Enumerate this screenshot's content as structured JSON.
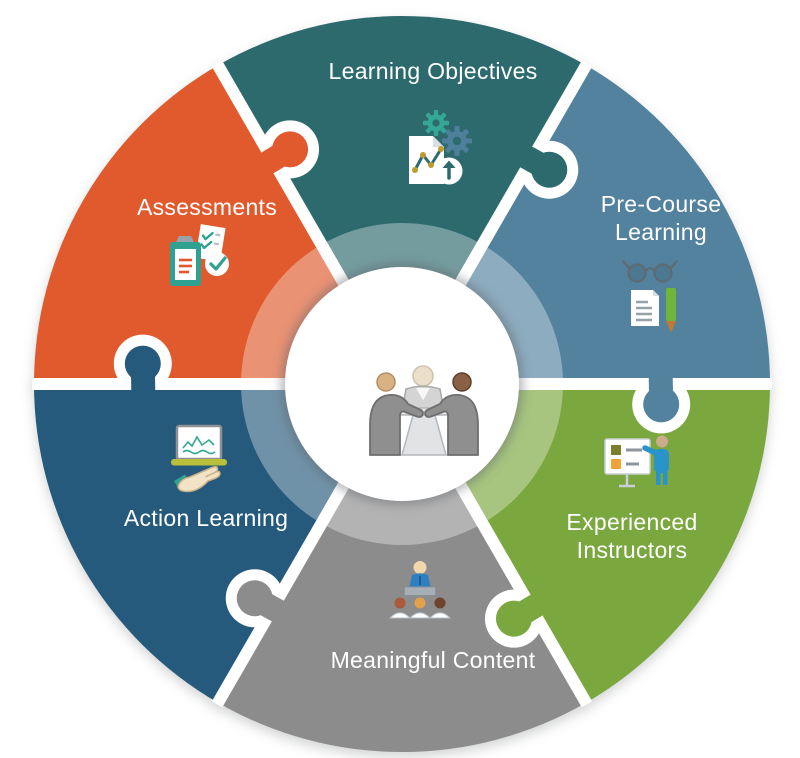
{
  "diagram": {
    "type": "circular-puzzle",
    "background": "#FFFFFF",
    "separator_color": "#FFFFFF",
    "center": {
      "icon": "meeting-table-icon",
      "circle_color": "#FFFFFF"
    },
    "segments": [
      {
        "id": "learning-objectives",
        "label": "Learning Objectives",
        "color": "#2D6A6E",
        "icon": "document-chart-gears-icon"
      },
      {
        "id": "pre-course-learning",
        "label": "Pre-Course Learning",
        "color": "#52829E",
        "icon": "glasses-document-pencil-icon"
      },
      {
        "id": "experienced-instructors",
        "label": "Experienced Instructors",
        "color": "#7AA83E",
        "icon": "presenter-whiteboard-icon"
      },
      {
        "id": "meaningful-content",
        "label": "Meaningful Content",
        "color": "#8C8C8C",
        "icon": "speaker-audience-icon"
      },
      {
        "id": "action-learning",
        "label": "Action Learning",
        "color": "#265A7C",
        "icon": "laptop-hand-icon"
      },
      {
        "id": "assessments",
        "label": "Assessments",
        "color": "#E05A2D",
        "icon": "clipboard-checklist-icon"
      }
    ]
  }
}
